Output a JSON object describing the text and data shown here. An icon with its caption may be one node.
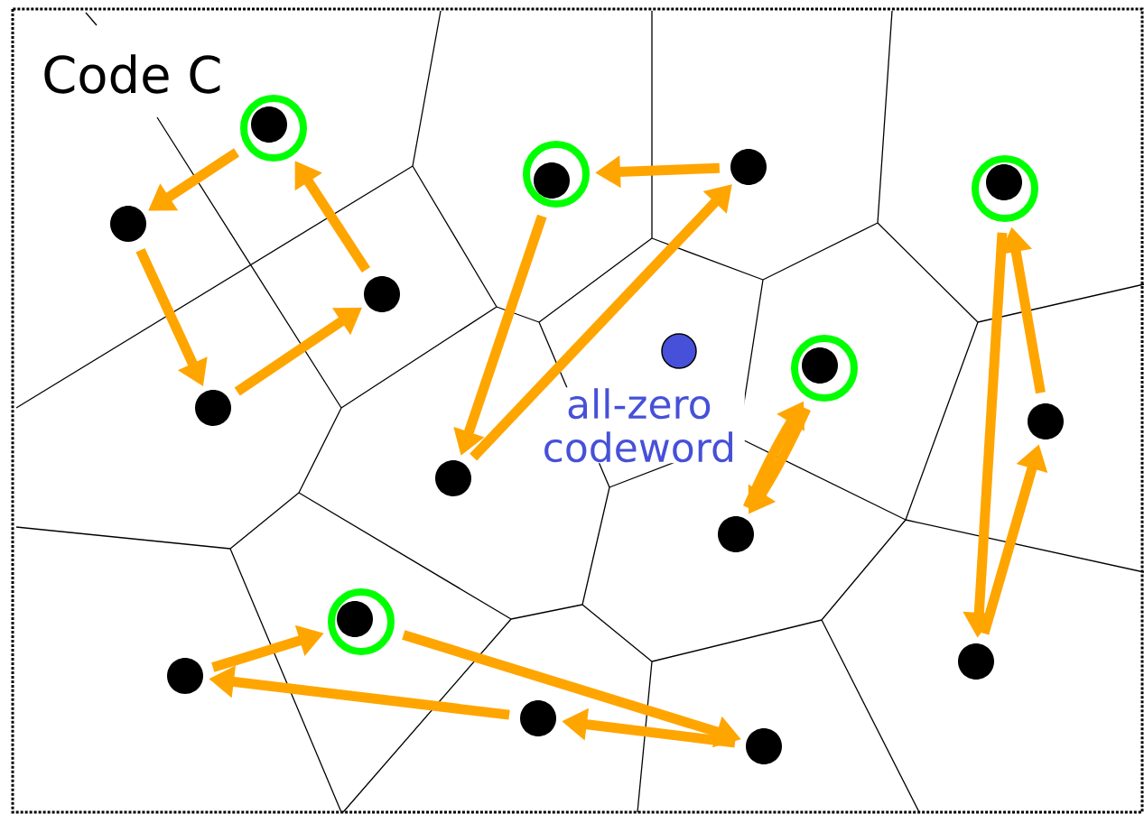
{
  "diagram": {
    "nodes": [
      {
        "text": [],
        "shape": "circle"
      },
      {
        "text": [],
        "shape": "circle",
        "in": 0
      },
      {
        "text": [],
        "shape": "circle"
      },
      {
        "text": [],
        "shape": "circle"
      },
      {
        "text": [],
        "shape": "circle"
      },
      {
        "text": [],
        "shape": "circle"
      },
      {
        "text": [],
        "shape": "circle",
        "in": 5
      },
      {
        "text": [],
        "shape": "circle"
      },
      {
        "text": [],
        "shape": "circle"
      },
      {
        "text": [],
        "shape": "circle",
        "beside": [
          "all-zero codeword"
        ]
      },
      {
        "text": [],
        "shape": "circle"
      },
      {
        "text": [],
        "shape": "circle",
        "in": 10
      },
      {
        "text": [],
        "shape": "circle"
      },
      {
        "text": [],
        "shape": "circle"
      },
      {
        "text": [],
        "shape": "circle",
        "in": 13
      },
      {
        "text": [],
        "shape": "circle"
      },
      {
        "text": [],
        "shape": "circle"
      },
      {
        "text": [],
        "shape": "circle"
      },
      {
        "text": [],
        "shape": "circle",
        "in": 17
      },
      {
        "text": [],
        "shape": "circle"
      },
      {
        "text": [],
        "shape": "circle"
      },
      {
        "text": [],
        "shape": "circle"
      }
    ],
    "edges": [
      {
        "from": 0,
        "to": 2,
        "arrow": "to"
      },
      {
        "from": 2,
        "to": 3,
        "arrow": "to"
      },
      {
        "from": 3,
        "to": 4,
        "arrow": "to"
      },
      {
        "from": 4,
        "to": 0,
        "arrow": "to"
      },
      {
        "from": 7,
        "to": 5,
        "arrow": "to"
      },
      {
        "from": 5,
        "to": 8,
        "arrow": "to"
      },
      {
        "from": 8,
        "to": 7,
        "arrow": "to"
      },
      {
        "from": 12,
        "to": 10,
        "arrow": "to"
      },
      {
        "from": 10,
        "to": 12,
        "arrow": "to"
      },
      {
        "from": 13,
        "to": 16,
        "arrow": "to"
      },
      {
        "from": 16,
        "to": 15,
        "arrow": "to"
      },
      {
        "from": 15,
        "to": 13,
        "arrow": "to"
      },
      {
        "from": 19,
        "to": 17,
        "arrow": "to"
      },
      {
        "from": 17,
        "to": 21,
        "arrow": "to"
      },
      {
        "from": 21,
        "to": 20,
        "arrow": "to"
      },
      {
        "from": 20,
        "to": 19,
        "arrow": "to"
      }
    ],
    "labels": [
      "Code C"
    ]
  }
}
